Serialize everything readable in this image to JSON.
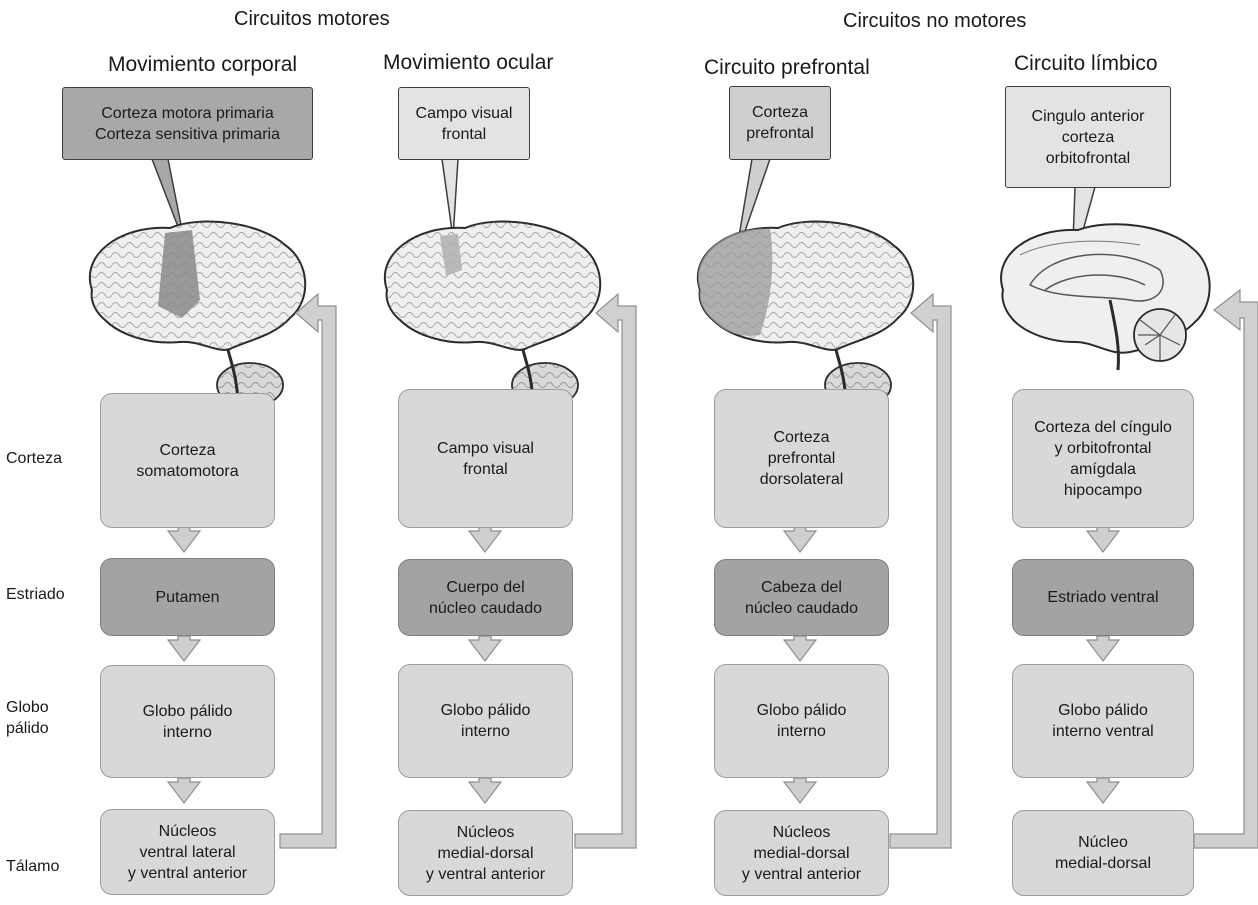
{
  "group_titles": {
    "motor": "Circuitos motores",
    "non_motor": "Circuitos no motores"
  },
  "row_labels": {
    "cortex": "Corteza",
    "striatum": "Estriado",
    "pallidum": "Globo\npálido",
    "thalamus": "Tálamo"
  },
  "circuits": [
    {
      "title": "Movimiento corporal",
      "callout": "Corteza motora primaria\nCorteza sensitiva primaria",
      "cortex": "Corteza\nsomatomotora",
      "striatum": "Putamen",
      "pallidum": "Globo pálido\ninterno",
      "thalamus": "Núcleos\nventral lateral\ny ventral anterior"
    },
    {
      "title": "Movimiento ocular",
      "callout": "Campo visual\nfrontal",
      "cortex": "Campo visual\nfrontal",
      "striatum": "Cuerpo del\nnúcleo caudado",
      "pallidum": "Globo pálido\ninterno",
      "thalamus": "Núcleos\nmedial-dorsal\ny ventral anterior"
    },
    {
      "title": "Circuito prefrontal",
      "callout": "Corteza\nprefrontal",
      "cortex": "Corteza\nprefrontal\ndorsolateral",
      "striatum": "Cabeza del\nnúcleo caudado",
      "pallidum": "Globo pálido\ninterno",
      "thalamus": "Núcleos\nmedial-dorsal\ny ventral anterior"
    },
    {
      "title": "Circuito límbico",
      "callout": "Cingulo anterior\ncorteza\norbitofrontal",
      "cortex": "Corteza del cíngulo\ny orbitofrontal\namígdala\nhipocampo",
      "striatum": "Estriado ventral",
      "pallidum": "Globo pálido\ninterno ventral",
      "thalamus": "Núcleo\nmedial-dorsal"
    }
  ]
}
